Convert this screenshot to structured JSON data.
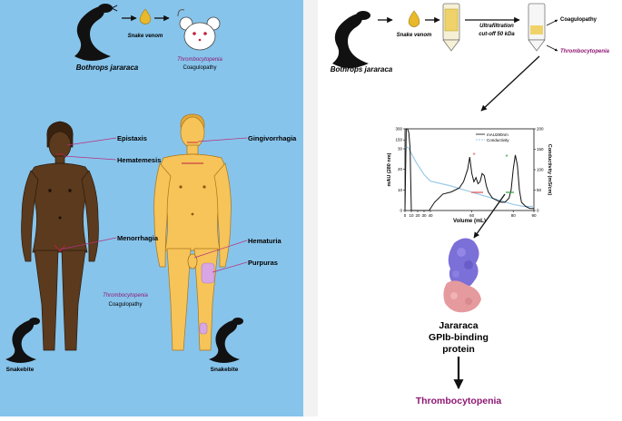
{
  "left_panel": {
    "top": {
      "species": "Bothrops jararaca",
      "venom": "Snake venom",
      "mouse_condition_1": "Thrombocytopenia",
      "mouse_condition_2": "Coagulopathy"
    },
    "female_labels": [
      "Epistaxis",
      "Hematemesis",
      "Menorrhagia"
    ],
    "male_labels": [
      "Gingivorrhagia",
      "Hematuria",
      "Purpuras"
    ],
    "center_condition_1": "Thrombocytopenia",
    "center_condition_2": "Coagulopathy",
    "snakebite_left": "Snakebite",
    "snakebite_right": "Snakebite"
  },
  "right_panel": {
    "species": "Bothrops jararaca",
    "venom": "Snake venom",
    "ultrafiltration_1": "Ultrafiltration",
    "ultrafiltration_2": "cut-off 50 kDa",
    "result_1": "Coagulopathy",
    "result_2": "Thrombocytopenia",
    "protein_1": "Jararaca",
    "protein_2": "GPIb-binding",
    "protein_3": "protein",
    "final": "Thrombocytopenia"
  },
  "chart_data": {
    "type": "line",
    "xlabel": "Volume (mL)",
    "ylabel_left": "mAU (280 nm)",
    "ylabel_right": "Conductivity (mS/cm)",
    "x_ticks": [
      "0",
      "10",
      "20",
      "30",
      "40",
      "60",
      "80",
      "90"
    ],
    "y_left_ticks": [
      "0",
      "10",
      "20",
      "30",
      "150",
      "300"
    ],
    "y_right_ticks": [
      "0",
      "50",
      "100",
      "150",
      "200"
    ],
    "legend": [
      "mAU280nm",
      "Conductivity"
    ],
    "series": [
      {
        "name": "mAU280nm",
        "x": [
          0,
          2,
          4,
          6,
          8,
          10,
          14,
          18,
          22,
          26,
          30,
          34,
          38,
          42,
          46,
          50,
          54,
          56,
          58,
          59,
          60,
          61,
          62,
          63,
          64,
          65,
          66,
          67,
          68,
          70,
          72,
          74,
          76,
          78,
          79,
          80,
          81,
          82,
          83,
          84,
          86,
          88,
          90
        ],
        "y": [
          0,
          300,
          300,
          250,
          50,
          0,
          0,
          0,
          0,
          0,
          0,
          0,
          0,
          4,
          8,
          9,
          11,
          14,
          20,
          26,
          18,
          14,
          16,
          13,
          14,
          18,
          17,
          12,
          9,
          6,
          5,
          4,
          4,
          6,
          10,
          20,
          27,
          22,
          10,
          4,
          2,
          1,
          1
        ]
      },
      {
        "name": "Conductivity",
        "x": [
          0,
          5,
          10,
          15,
          20,
          25,
          30,
          40,
          50,
          60,
          70,
          80,
          85,
          90
        ],
        "y": [
          155,
          155,
          140,
          125,
          112,
          100,
          88,
          72,
          60,
          45,
          30,
          15,
          10,
          10
        ]
      }
    ],
    "markers": [
      "*",
      "*"
    ]
  }
}
